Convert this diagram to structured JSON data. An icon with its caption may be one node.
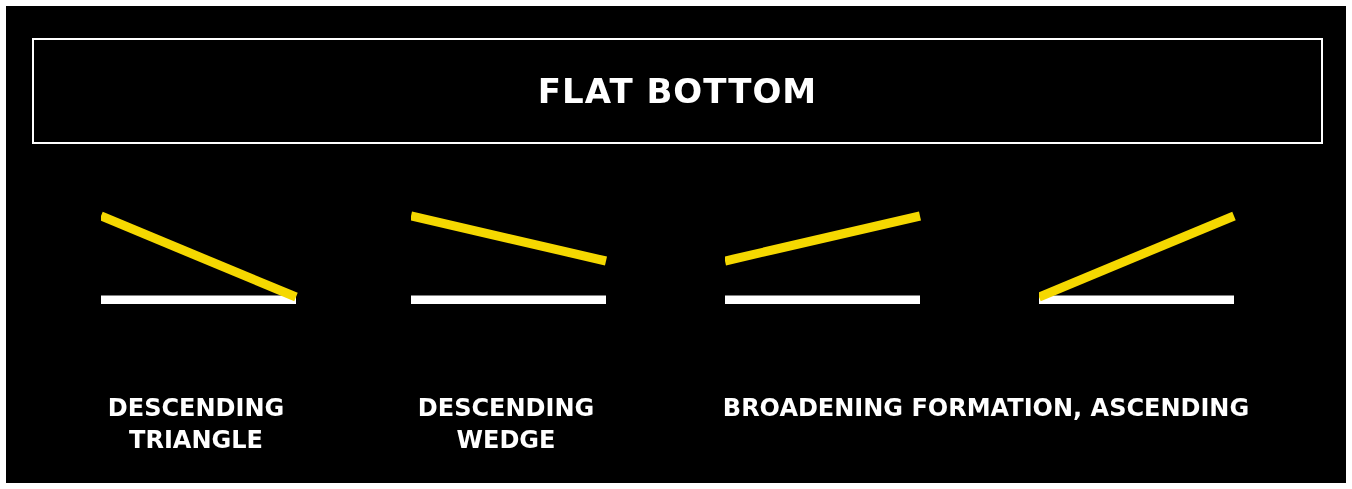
{
  "diagram": {
    "title": "FLAT BOTTOM",
    "labels": [
      "DESCENDING TRIANGLE",
      "DESCENDING WEDGE",
      "BROADENING FORMATION, ASCENDING"
    ]
  }
}
